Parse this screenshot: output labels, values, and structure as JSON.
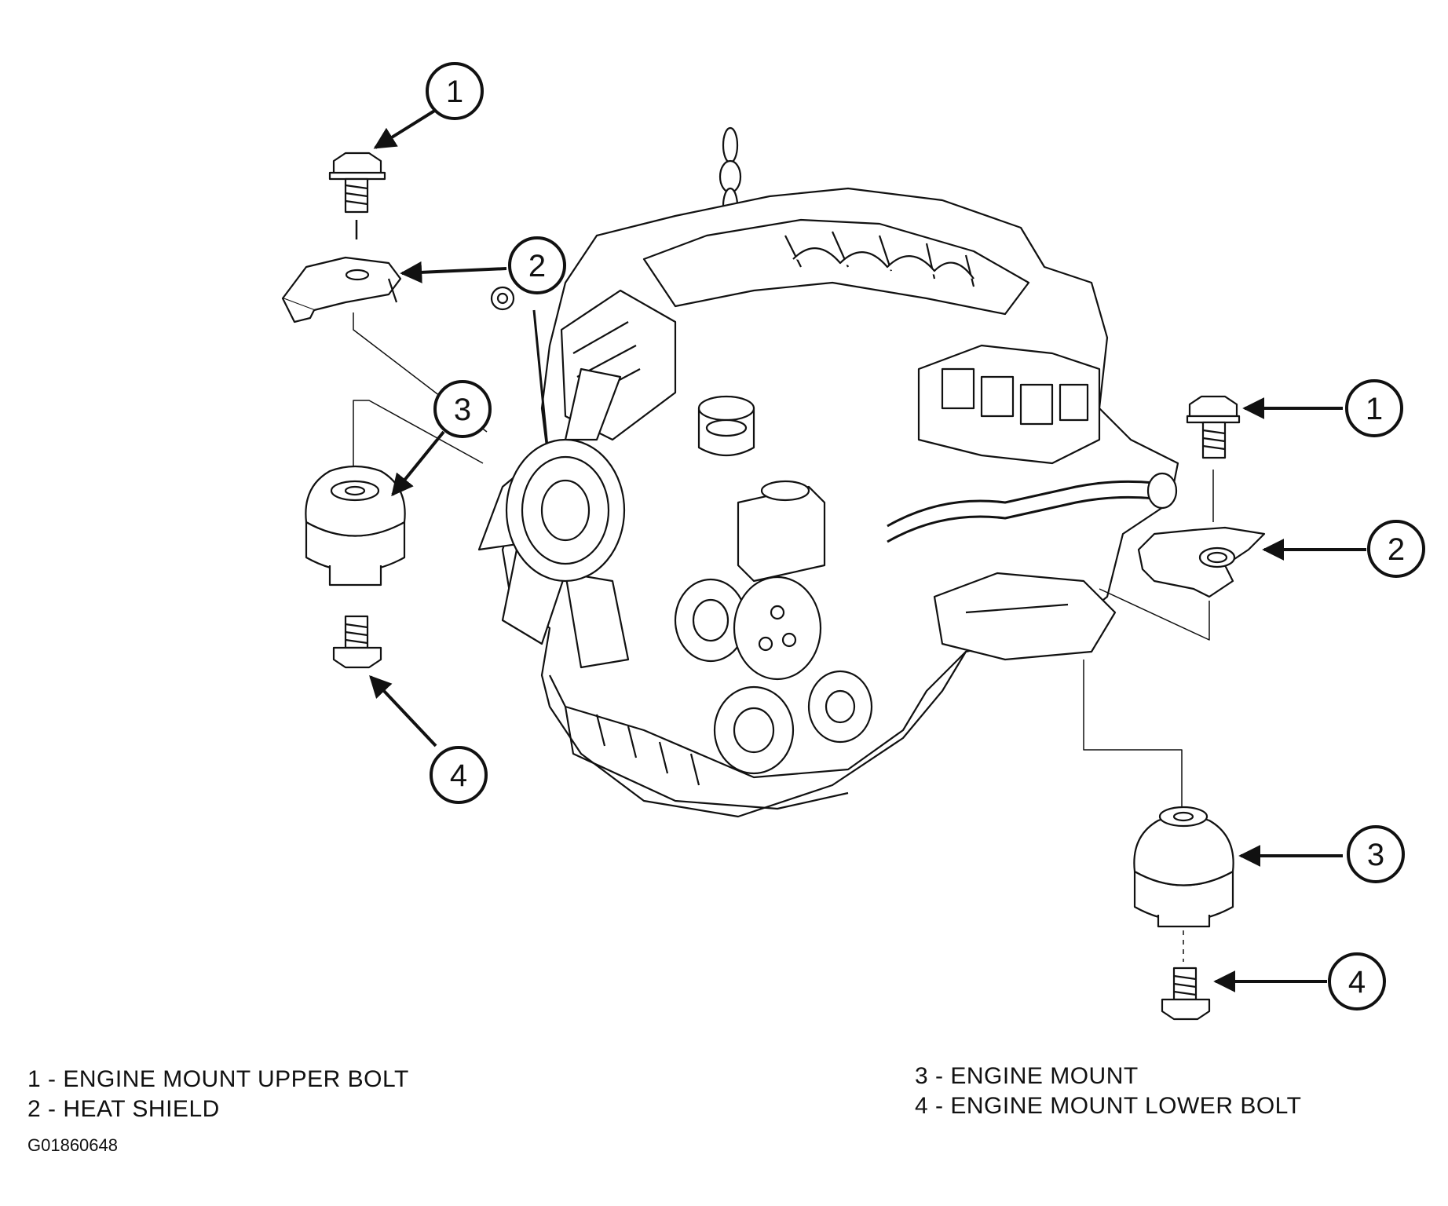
{
  "callouts": {
    "one": "1",
    "two": "2",
    "three": "3",
    "four": "4"
  },
  "legend": {
    "item1": "1 - ENGINE MOUNT UPPER BOLT",
    "item2": "2 - HEAT SHIELD",
    "item3": "3 - ENGINE MOUNT",
    "item4": "4 - ENGINE MOUNT LOWER BOLT"
  },
  "figure_id": "G01860648"
}
